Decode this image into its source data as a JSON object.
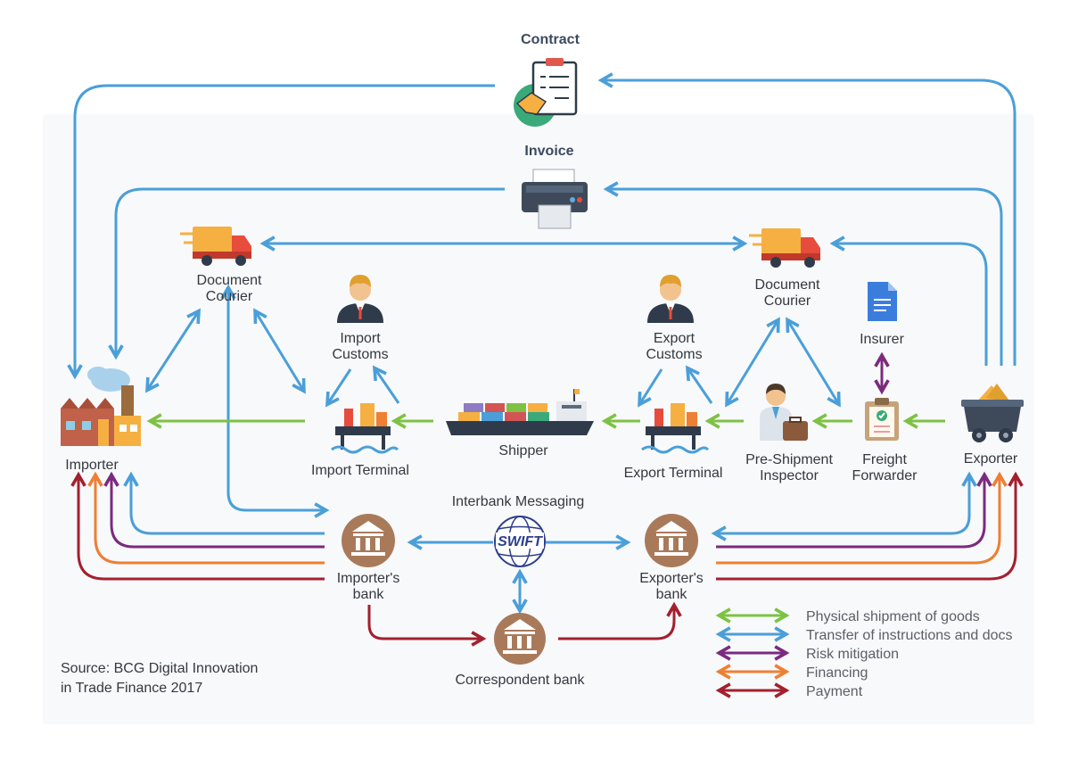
{
  "nodes": {
    "contract": "Contract",
    "invoice": "Invoice",
    "courier_left_1": "Document",
    "courier_left_2": "Courier",
    "courier_right_1": "Document",
    "courier_right_2": "Courier",
    "import_customs_1": "Import",
    "import_customs_2": "Customs",
    "export_customs_1": "Export",
    "export_customs_2": "Customs",
    "insurer": "Insurer",
    "importer": "Importer",
    "import_terminal": "Import Terminal",
    "shipper": "Shipper",
    "export_terminal": "Export Terminal",
    "pre_shipment_1": "Pre-Shipment",
    "pre_shipment_2": "Inspector",
    "freight_1": "Freight",
    "freight_2": "Forwarder",
    "exporter": "Exporter",
    "interbank": "Interbank Messaging",
    "swift": "SWIFT",
    "importers_bank_1": "Importer's",
    "importers_bank_2": "bank",
    "exporters_bank_1": "Exporter's",
    "exporters_bank_2": "bank",
    "correspondent_bank": "Correspondent bank"
  },
  "legend": [
    {
      "label": "Physical shipment of goods",
      "color": "#7dc243"
    },
    {
      "label": "Transfer of instructions and docs",
      "color": "#4a9fd8"
    },
    {
      "label": "Risk mitigation",
      "color": "#7b2a7f"
    },
    {
      "label": "Financing",
      "color": "#ee7f33"
    },
    {
      "label": "Payment",
      "color": "#a3202e"
    }
  ],
  "source": {
    "line1": "Source: BCG Digital Innovation",
    "line2": "in Trade Finance 2017"
  },
  "colors": {
    "goods": "#7dc243",
    "docs": "#4a9fd8",
    "risk": "#7b2a7f",
    "financing": "#ee7f33",
    "payment": "#a3202e"
  },
  "icons": {
    "contract": "contract-handshake-icon",
    "invoice": "printer-icon",
    "courier": "delivery-truck-icon",
    "customs": "officer-icon",
    "insurer": "document-icon",
    "importer": "factory-icon",
    "terminal": "oil-platform-icon",
    "shipper": "cargo-ship-icon",
    "inspector": "inspector-briefcase-icon",
    "forwarder": "clipboard-icon",
    "exporter": "mine-cart-icon",
    "bank": "bank-building-icon",
    "swift": "swift-globe-icon"
  }
}
